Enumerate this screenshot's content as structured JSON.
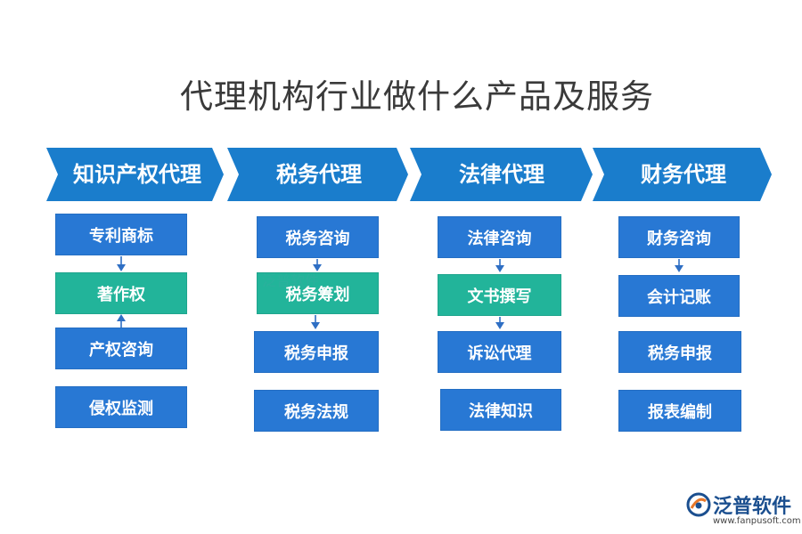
{
  "title": "代理机构行业做什么产品及服务",
  "colors": {
    "chevron": "#1a7dcc",
    "box_blue": "#2878d4",
    "box_teal": "#22b49a",
    "arrow": "#2f6fc4"
  },
  "columns": [
    {
      "header": "知识产权代理",
      "items": [
        {
          "label": "专利商标",
          "color": "blue"
        },
        {
          "label": "著作权",
          "color": "teal"
        },
        {
          "label": "产权咨询",
          "color": "blue"
        },
        {
          "label": "侵权监测",
          "color": "blue"
        }
      ]
    },
    {
      "header": "税务代理",
      "items": [
        {
          "label": "税务咨询",
          "color": "blue"
        },
        {
          "label": "税务筹划",
          "color": "teal"
        },
        {
          "label": "税务申报",
          "color": "blue"
        },
        {
          "label": "税务法规",
          "color": "blue"
        }
      ]
    },
    {
      "header": "法律代理",
      "items": [
        {
          "label": "法律咨询",
          "color": "blue"
        },
        {
          "label": "文书撰写",
          "color": "teal"
        },
        {
          "label": "诉讼代理",
          "color": "blue"
        },
        {
          "label": "法律知识",
          "color": "blue"
        }
      ]
    },
    {
      "header": "财务代理",
      "items": [
        {
          "label": "财务咨询",
          "color": "blue"
        },
        {
          "label": "会计记账",
          "color": "blue"
        },
        {
          "label": "税务申报",
          "color": "blue"
        },
        {
          "label": "报表编制",
          "color": "blue"
        }
      ]
    }
  ],
  "watermark": "泛普软件",
  "logo": {
    "name": "泛普软件",
    "url": "www.fanpusoft.com"
  }
}
